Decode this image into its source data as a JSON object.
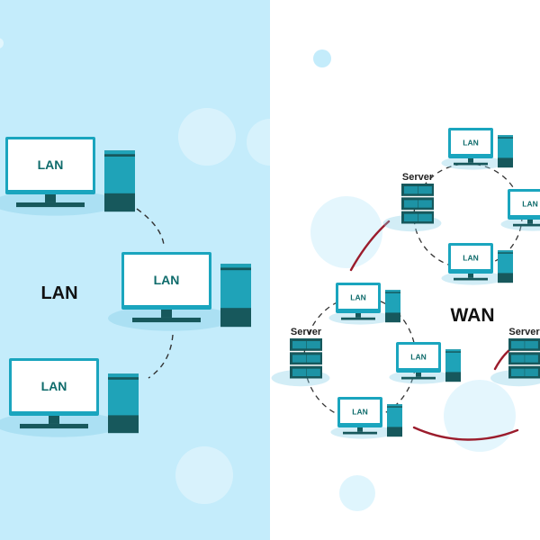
{
  "left_panel": {
    "title": "LAN",
    "computers": [
      "LAN",
      "LAN",
      "LAN"
    ]
  },
  "right_panel": {
    "title": "WAN",
    "networks": [
      {
        "computers": [
          "LAN",
          "LAN",
          "LAN"
        ],
        "server": "Server"
      },
      {
        "computers": [
          "LAN",
          "LAN",
          "LAN"
        ],
        "server": "Server"
      }
    ],
    "third_server": "Server"
  },
  "colors": {
    "left_background": "#c4ecfb",
    "screen_frame": "#1aa5be",
    "stand": "#17585c",
    "tower_light": "#1fa3b8",
    "tower_dark": "#17585c",
    "shadow": "#7fcce6",
    "wan_link": "#9b1c2c",
    "dash": "#333333"
  }
}
